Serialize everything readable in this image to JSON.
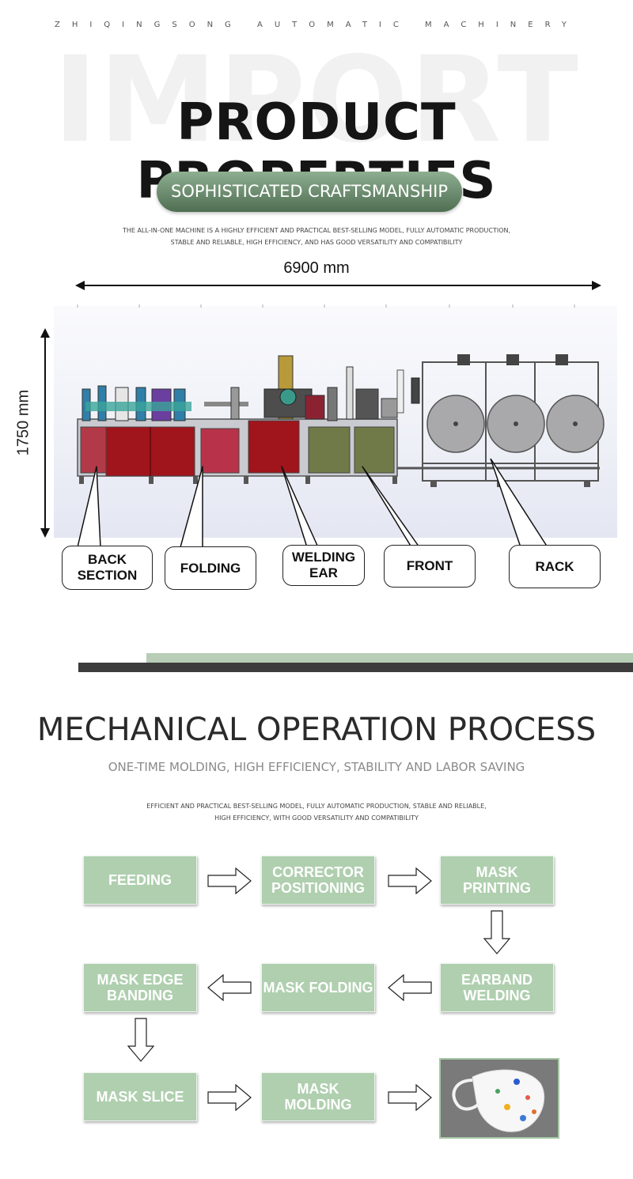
{
  "brand": "ZHIQINGSONG AUTOMATIC MACHINERY",
  "watermark": "IMPORT",
  "section1": {
    "title": "PRODUCT PROPERTIES",
    "pill": "SOPHISTICATED CRAFTSMANSHIP",
    "desc_line1": "THE ALL-IN-ONE MACHINE IS A HIGHLY EFFICIENT AND PRACTICAL BEST-SELLING MODEL, FULLY AUTOMATIC PRODUCTION,",
    "desc_line2": "STABLE AND RELIABLE, HIGH EFFICIENCY, AND HAS GOOD VERSATILITY AND COMPATIBILITY",
    "width_label": "6900 mm",
    "height_label": "1750 mm",
    "callouts": {
      "back_section": "BACK SECTION",
      "folding": "FOLDING",
      "welding_ear": "WELDING EAR",
      "front": "FRONT",
      "rack": "RACK"
    }
  },
  "section2": {
    "title": "MECHANICAL OPERATION PROCESS",
    "subtitle": "ONE-TIME MOLDING, HIGH EFFICIENCY, STABILITY AND LABOR SAVING",
    "desc_line1": "EFFICIENT AND PRACTICAL BEST-SELLING MODEL, FULLY AUTOMATIC PRODUCTION, STABLE AND RELIABLE,",
    "desc_line2": "HIGH EFFICIENCY, WITH GOOD VERSATILITY AND COMPATIBILITY",
    "steps": {
      "feeding": "FEEDING",
      "corrector": "CORRECTOR POSITIONING",
      "printing": "MASK PRINTING",
      "earband": "EARBAND WELDING",
      "folding": "MASK FOLDING",
      "edge": "MASK EDGE BANDING",
      "slice": "MASK SLICE",
      "molding": "MASK MOLDING"
    }
  },
  "colors": {
    "pill_green": "#5f7f62",
    "step_green": "#afcfaf",
    "machine_red": "#a0141c",
    "machine_olive": "#6f7a48",
    "dark_bar": "#3c3c3c"
  }
}
